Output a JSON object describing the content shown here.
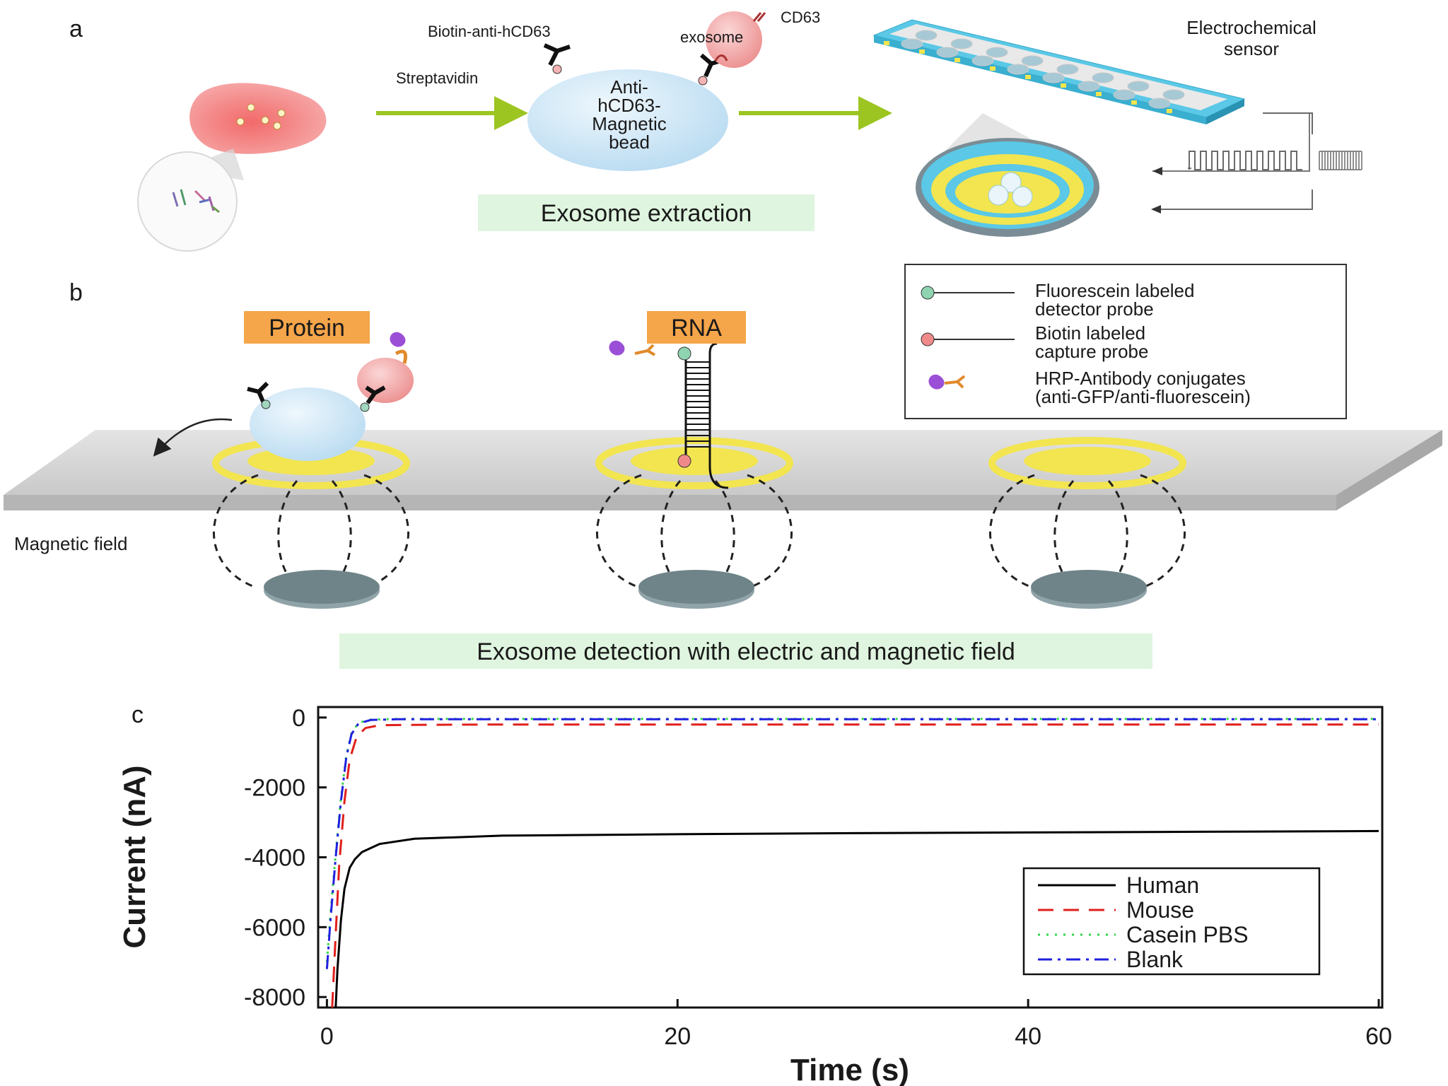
{
  "panel_a": {
    "panel_letter": "a",
    "biotin_label": "Biotin-anti-hCD63",
    "streptavidin_label": "Streptavidin",
    "cd63_label": "CD63",
    "exosome_label": "exosome",
    "bead_label_lines": [
      "Anti-",
      "hCD63-",
      "Magnetic",
      "bead"
    ],
    "extraction_label": "Exosome extraction",
    "sensor_label_lines": [
      "Electrochemical",
      "sensor"
    ]
  },
  "panel_b": {
    "panel_letter": "b",
    "protein_tag": "Protein",
    "rna_tag": "RNA",
    "magnetic_field_label": "Magnetic field",
    "detection_label": "Exosome detection with electric and magnetic field",
    "legend": [
      {
        "lines": [
          "Fluorescein labeled",
          "detector probe"
        ],
        "color": "#8fd4b0"
      },
      {
        "lines": [
          "Biotin labeled",
          "capture probe"
        ],
        "color": "#f08a8a"
      },
      {
        "lines": [
          "HRP-Antibody conjugates",
          "(anti-GFP/anti-fluorescein)"
        ],
        "color": "#9b4fd6"
      }
    ]
  },
  "panel_c": {
    "panel_letter": "c"
  },
  "colors": {
    "arrow_green": "#9dc521",
    "label_box_green": "#dff5df",
    "tag_orange": "#f5a54a",
    "sensor_yellow": "#f2e550",
    "bead_blue": "#cfe6f5",
    "exosome_pink": "#f3a8a8"
  },
  "chart_data": {
    "type": "line",
    "xlabel": "Time (s)",
    "ylabel": "Current (nA)",
    "xlim": [
      -0.5,
      60.2
    ],
    "ylim": [
      -8300,
      300
    ],
    "xticks": [
      0,
      20,
      40,
      60
    ],
    "yticks": [
      0,
      -2000,
      -4000,
      -6000,
      -8000
    ],
    "grid": false,
    "legend_position": "bottom-right",
    "series": [
      {
        "name": "Human",
        "color": "#000000",
        "dash": "solid",
        "x": [
          0.5,
          0.6,
          0.8,
          1.0,
          1.3,
          1.6,
          2,
          3,
          5,
          10,
          20,
          30,
          40,
          50,
          60
        ],
        "y": [
          -8300,
          -7200,
          -5800,
          -4900,
          -4300,
          -4050,
          -3850,
          -3620,
          -3470,
          -3380,
          -3340,
          -3310,
          -3290,
          -3270,
          -3250
        ]
      },
      {
        "name": "Mouse",
        "color": "#e0201c",
        "dash": "dash",
        "x": [
          0.3,
          0.5,
          0.7,
          1.0,
          1.3,
          1.7,
          2.2,
          3,
          5,
          10,
          20,
          40,
          60
        ],
        "y": [
          -8300,
          -6200,
          -4200,
          -2400,
          -1200,
          -550,
          -300,
          -220,
          -210,
          -200,
          -200,
          -200,
          -200
        ]
      },
      {
        "name": "Casein PBS",
        "color": "#31d64a",
        "dash": "dot",
        "x": [
          0.0,
          0.2,
          0.5,
          0.8,
          1.1,
          1.4,
          1.8,
          2.5,
          4,
          10,
          30,
          60
        ],
        "y": [
          -7000,
          -5600,
          -3900,
          -2300,
          -1100,
          -450,
          -150,
          -60,
          -40,
          -40,
          -40,
          -40
        ]
      },
      {
        "name": "Blank",
        "color": "#2020e0",
        "dash": "dashdot",
        "x": [
          0.0,
          0.2,
          0.5,
          0.8,
          1.1,
          1.4,
          1.8,
          2.5,
          4,
          10,
          30,
          60
        ],
        "y": [
          -7200,
          -5800,
          -4000,
          -2400,
          -1150,
          -480,
          -170,
          -70,
          -50,
          -50,
          -50,
          -50
        ]
      }
    ]
  }
}
